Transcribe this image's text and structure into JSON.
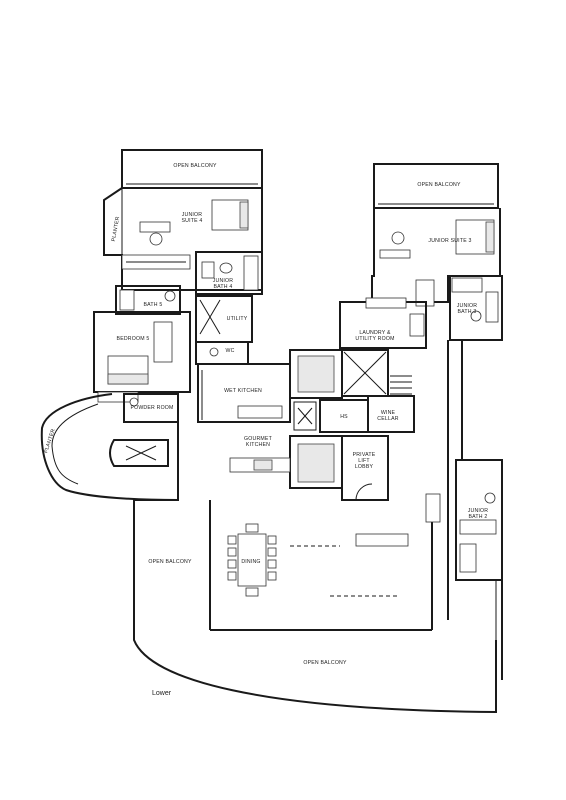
{
  "floor_caption": "Lower",
  "rooms": {
    "open_balcony_top_left": "OPEN BALCONY",
    "open_balcony_top_right": "OPEN BALCONY",
    "junior_suite_4": "JUNIOR\nSUITE 4",
    "planter_top": "PLANTER",
    "junior_suite_3": "JUNIOR SUITE 3",
    "junior_bath_4": "JUNIOR\nBATH 4",
    "bath_5": "BATH 5",
    "utility": "UTILITY",
    "laundry": "LAUNDRY &\nUTILITY ROOM",
    "junior_bath_3": "JUNIOR\nBATH 3",
    "bedroom_5": "BEDROOM 5",
    "wc": "WC",
    "wet_kitchen": "WET KITCHEN",
    "powder_room": "POWDER ROOM",
    "hs": "HS",
    "wine_cellar": "WINE\nCELLAR",
    "gourmet_kitchen": "GOURMET\nKITCHEN",
    "planter_left": "PLANTER",
    "private_lift_lobby": "PRIVATE\nLIFT\nLOBBY",
    "junior_bath_2": "JUNIOR\nBATH 2",
    "open_balcony_left": "OPEN BALCONY",
    "dining": "DINING",
    "open_balcony_bottom": "OPEN BALCONY"
  }
}
